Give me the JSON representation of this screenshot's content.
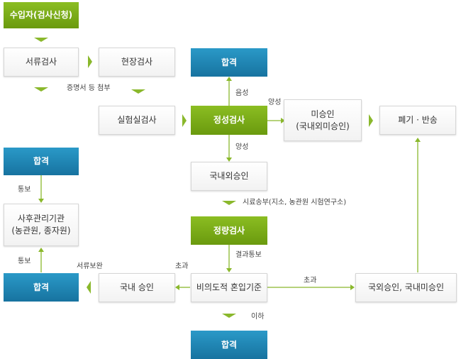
{
  "nodes": {
    "importer": "수입자(검사신청)",
    "document_inspection": "서류검사",
    "field_inspection": "현장검사",
    "pass_top": "합격",
    "lab_inspection": "실험실검사",
    "qualitative_inspection": "정성검사",
    "unapproved": "미승인\n(국내외미승인)",
    "disposal": "폐기 · 반송",
    "pass_left": "합격",
    "domestic_foreign_approved": "국내외승인",
    "post_management": "사후관리기관\n(농관원, 종자원)",
    "quantitative_inspection": "정량검사",
    "pass_bottom_left": "합격",
    "domestic_approved": "국내 승인",
    "threshold": "비의도적 혼입기준",
    "foreign_approved": "국외승인, 국내미승인",
    "pass_bottom": "합격"
  },
  "labels": {
    "certificate": "증명서 등 첨부",
    "negative": "음성",
    "positive_right": "양성",
    "positive_down": "양성",
    "notify_top": "통보",
    "sample_send": "시료송부(지소, 농관원 시험연구소)",
    "notify_bottom": "통보",
    "doc_supplement": "서류보완",
    "exceed_left": "초과",
    "result_notify": "결과통보",
    "exceed_right": "초과",
    "below": "이하"
  },
  "colors": {
    "green": "#7aab18",
    "blue": "#1f86b6",
    "arrow": "#8ab82c"
  }
}
